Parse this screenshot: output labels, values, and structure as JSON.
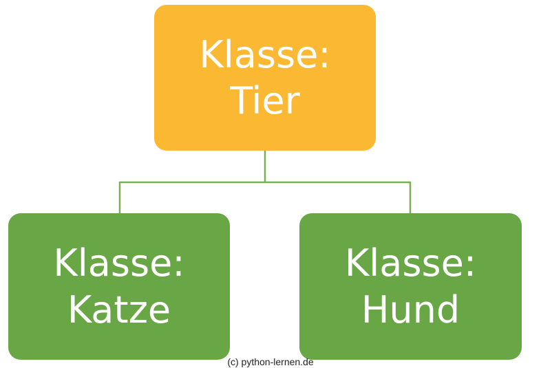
{
  "diagram": {
    "parent": {
      "line1": "Klasse:",
      "line2": "Tier",
      "color": "#FBB833"
    },
    "children": [
      {
        "line1": "Klasse:",
        "line2": "Katze",
        "color": "#69A645"
      },
      {
        "line1": "Klasse:",
        "line2": "Hund",
        "color": "#69A645"
      }
    ],
    "connector_color": "#7BAF54"
  },
  "credit": "(c) python-lernen.de"
}
